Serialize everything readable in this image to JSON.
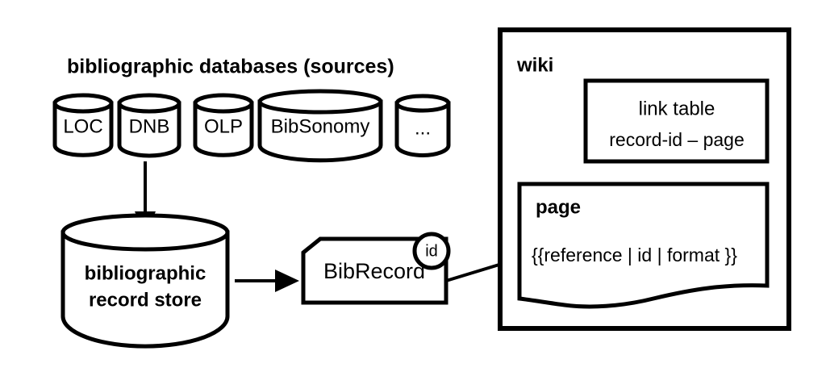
{
  "diagram": {
    "title_group": {
      "label": "bibliographic databases (sources)"
    },
    "sources": [
      {
        "name": "LOC",
        "label": "LOC"
      },
      {
        "name": "DNB",
        "label": "DNB"
      },
      {
        "name": "OLP",
        "label": "OLP"
      },
      {
        "name": "BibSonomy",
        "label": "BibSonomy"
      },
      {
        "name": "more",
        "label": "..."
      }
    ],
    "store": {
      "line1": "bibliographic",
      "line2": "record store"
    },
    "record": {
      "label": "BibRecord",
      "badge": "id"
    },
    "wiki": {
      "label": "wiki",
      "link_table": {
        "title": "link table",
        "mapping": "record-id – page"
      },
      "page": {
        "label": "page",
        "template": "{{reference | id | format }}"
      }
    },
    "colors": {
      "stroke": "#000000",
      "background": "#ffffff",
      "fill": "#ffffff"
    }
  }
}
